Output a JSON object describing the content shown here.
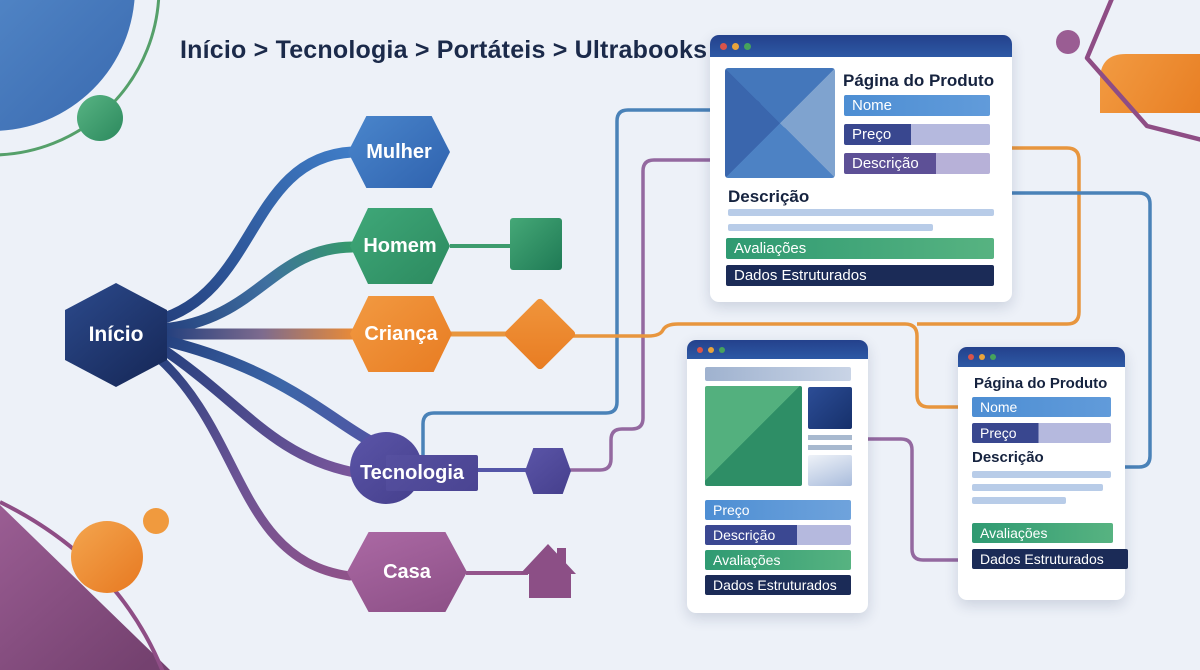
{
  "breadcrumb": "Início > Tecnologia > Portáteis > Ultrabooks",
  "nodes": {
    "inicio": "Início",
    "mulher": "Mulher",
    "homem": "Homem",
    "crianca": "Criança",
    "tecnologia": "Tecnologia",
    "casa": "Casa"
  },
  "windows": {
    "product_top": {
      "title": "Página do Produto",
      "nome": "Nome",
      "preco": "Preço",
      "descricao": "Descrição",
      "descricao_heading": "Descrição",
      "avaliacoes": "Avaliações",
      "dados": "Dados Estruturados"
    },
    "category_mid": {
      "preco": "Preço",
      "descricao": "Descrição",
      "avaliacoes": "Avaliações",
      "dados": "Dados Estruturados"
    },
    "product_right": {
      "title": "Página do Produto",
      "nome": "Nome",
      "preco": "Preço",
      "descricao_heading": "Descrição",
      "avaliacoes": "Avaliações",
      "dados": "Dados Estruturados"
    }
  },
  "colors": {
    "background": "#edf1f8",
    "navy": "#1b2b57",
    "chrome_blue": "#2d59a5",
    "field_blue": "#4d8ed3",
    "field_indigo": "#39478f",
    "field_purple": "#5d5096",
    "field_lavender": "#b5b9de",
    "green": "#2f9a72",
    "orange": "#e8963e",
    "mauve": "#8c4f86",
    "connector_blue": "#4a82b8",
    "connector_purple": "#9469a0"
  }
}
